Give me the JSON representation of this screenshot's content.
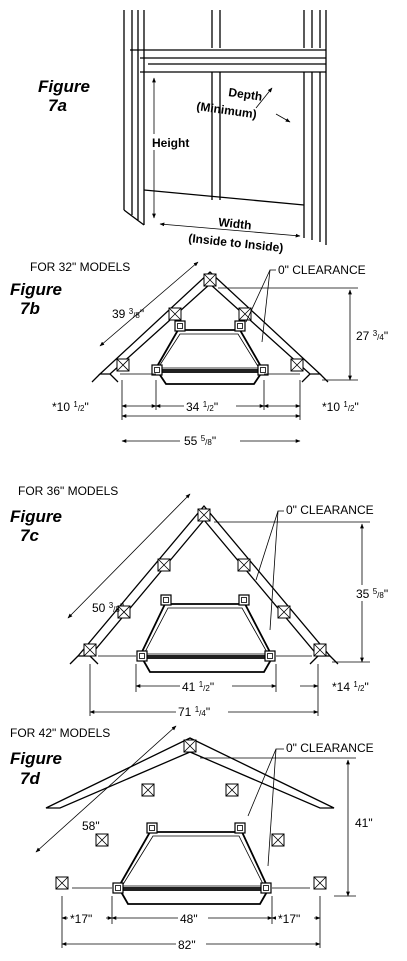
{
  "figures": {
    "f7a": {
      "figure_word": "Figure",
      "figure_num": "7a",
      "depth_label": "Depth",
      "depth_min": "(Minimum)",
      "height_label": "Height",
      "width_label": "Width",
      "width_sub": "(Inside to Inside)"
    },
    "f7b": {
      "figure_word": "Figure",
      "figure_num": "7b",
      "models": "FOR 32\" MODELS",
      "clearance": "0\" CLEARANCE",
      "diag": {
        "whole": "39 ",
        "num": "3",
        "den": "8",
        "unit": "\""
      },
      "height": {
        "whole": "27 ",
        "num": "3",
        "den": "4",
        "unit": "\""
      },
      "side_left": {
        "whole": "*10 ",
        "num": "1",
        "den": "2",
        "unit": "\""
      },
      "center": {
        "whole": "34 ",
        "num": "1",
        "den": "2",
        "unit": "\""
      },
      "side_right": {
        "whole": "*10 ",
        "num": "1",
        "den": "2",
        "unit": "\""
      },
      "overall": {
        "whole": "55 ",
        "num": "5",
        "den": "8",
        "unit": "\""
      }
    },
    "f7c": {
      "figure_word": "Figure",
      "figure_num": "7c",
      "models": "FOR 36\" MODELS",
      "clearance": "0\" CLEARANCE",
      "diag": {
        "whole": "50 ",
        "num": "3",
        "den": "8",
        "unit": "\""
      },
      "height": {
        "whole": "35 ",
        "num": "5",
        "den": "8",
        "unit": "\""
      },
      "center": {
        "whole": "41 ",
        "num": "1",
        "den": "2",
        "unit": "\""
      },
      "side_right": {
        "whole": "*14 ",
        "num": "1",
        "den": "2",
        "unit": "\""
      },
      "overall": {
        "whole": "71 ",
        "num": "1",
        "den": "4",
        "unit": "\""
      }
    },
    "f7d": {
      "figure_word": "Figure",
      "figure_num": "7d",
      "models": "FOR 42\" MODELS",
      "clearance": "0\" CLEARANCE",
      "diag": "58\"",
      "height": "41\"",
      "side_left": "*17\"",
      "center": "48\"",
      "side_right": "*17\"",
      "overall": "82\""
    }
  }
}
